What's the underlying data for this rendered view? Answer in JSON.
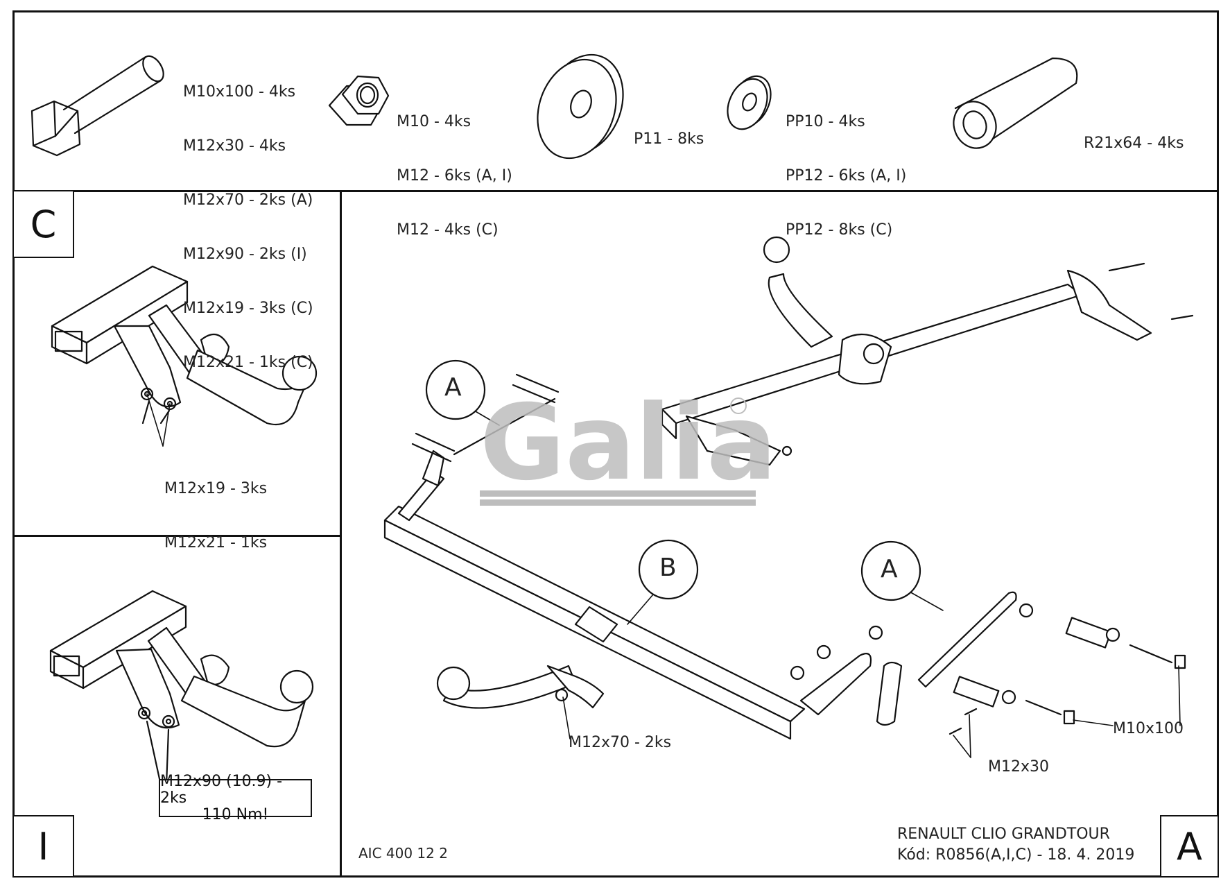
{
  "parts": {
    "bolt": {
      "lines": [
        "M10x100 - 4ks",
        "M12x30 - 4ks",
        "M12x70 - 2ks (A)",
        "M12x90 - 2ks (I)",
        "M12x19 - 3ks (C)",
        "M12x21 - 1ks (C)"
      ]
    },
    "nut": {
      "lines": [
        "M10 - 4ks",
        "M12 - 6ks (A, I)",
        "M12 - 4ks (C)"
      ]
    },
    "washer_large": {
      "lines": [
        "P11 - 8ks"
      ]
    },
    "washer_small": {
      "lines": [
        "PP10 - 4ks",
        "PP12 - 6ks (A, I)",
        "PP12 - 8ks (C)"
      ]
    },
    "spacer": {
      "lines": [
        "R21x64 - 4ks"
      ]
    }
  },
  "panel_c": {
    "corner": "C",
    "callout_lines": [
      "M12x19 - 3ks",
      "M12x21 - 1ks"
    ]
  },
  "panel_i": {
    "corner": "I",
    "callout_lines": [
      "M12x90 (10.9) - 2ks",
      "110 Nm!"
    ]
  },
  "main": {
    "corner": "A",
    "circle_labels": [
      "A",
      "B",
      "A"
    ],
    "logo": "Galia",
    "callouts": {
      "m12x70": "M12x70 - 2ks",
      "m12x30": "M12x30",
      "m10x100": "M10x100"
    },
    "drawing_code": "AIC 400 12 2",
    "vehicle": "RENAULT CLIO GRANDTOUR",
    "code_line": "Kód: R0856(A,I,C) - 18. 4. 2019"
  }
}
